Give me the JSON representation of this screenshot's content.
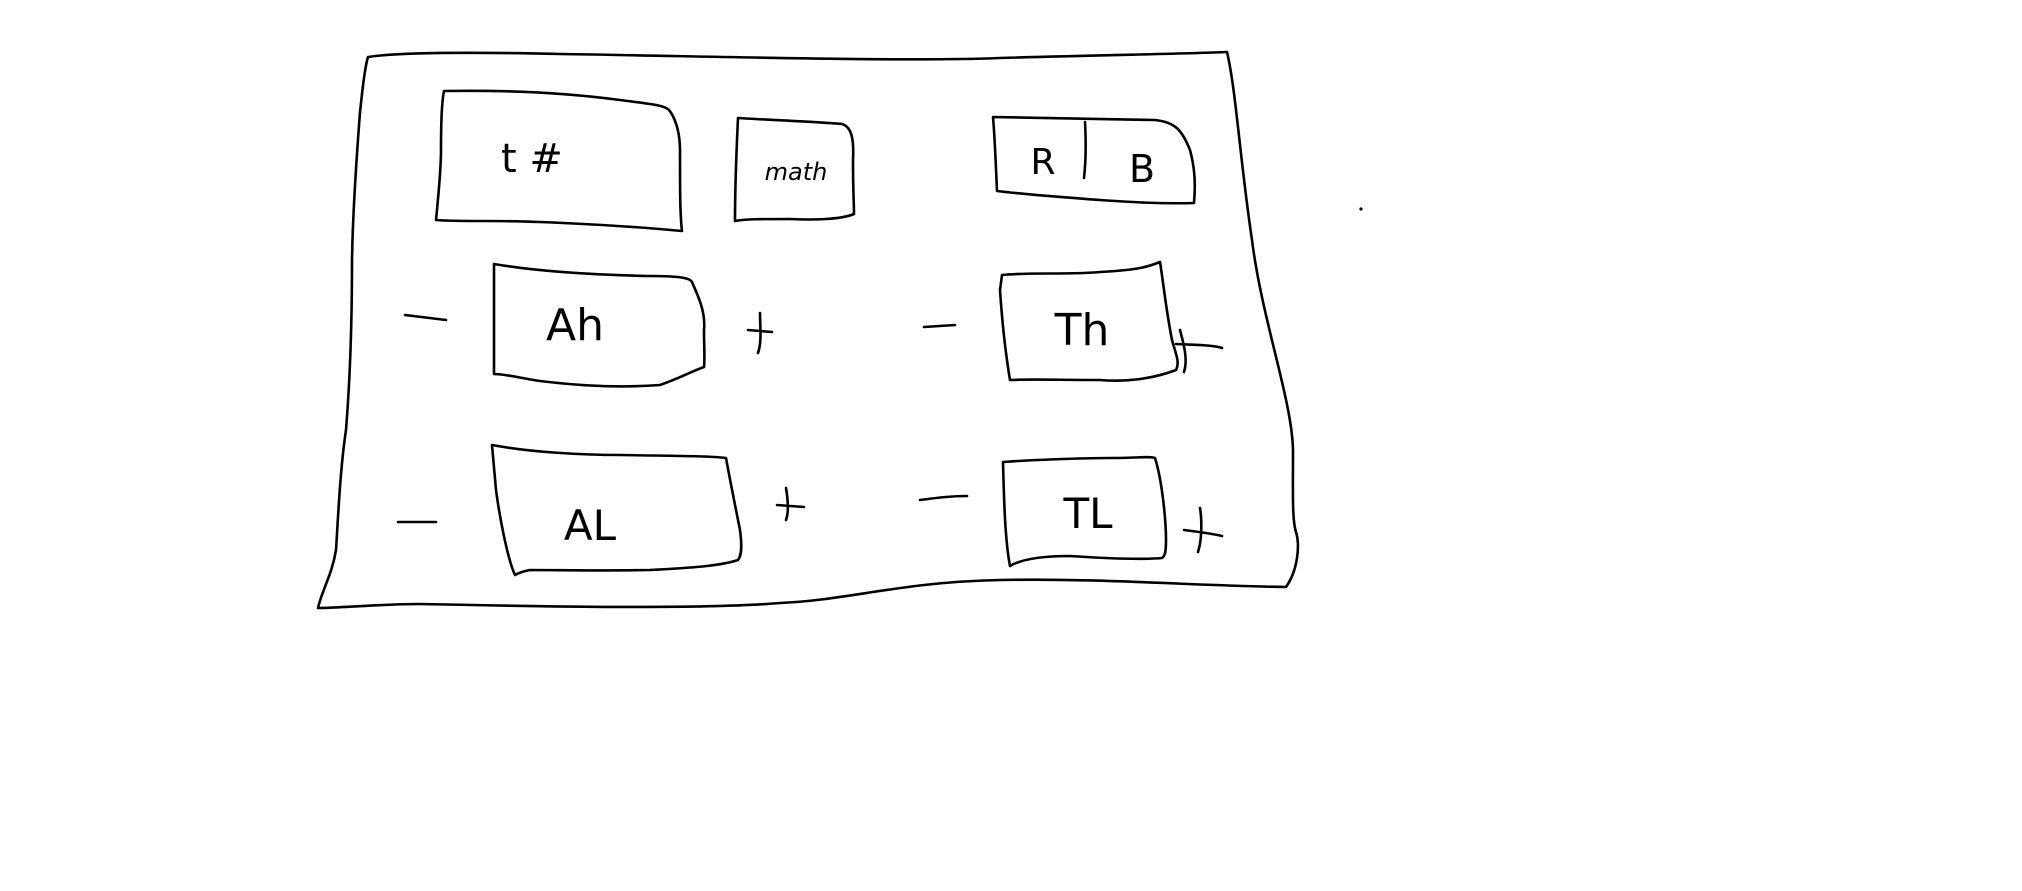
{
  "panel": {
    "top_row": {
      "number_field": {
        "label": "t #"
      },
      "mode_button": {
        "label": "math"
      },
      "toggle": {
        "left_label": "R",
        "right_label": "B"
      }
    },
    "steppers": [
      {
        "id": "ah",
        "label": "Ah",
        "decrement": "—",
        "increment": "+"
      },
      {
        "id": "th",
        "label": "Th",
        "decrement": "—",
        "increment": "+"
      },
      {
        "id": "al",
        "label": "AL",
        "decrement": "—",
        "increment": "+"
      },
      {
        "id": "tl",
        "label": "TL",
        "decrement": "—",
        "increment": "+"
      }
    ]
  }
}
